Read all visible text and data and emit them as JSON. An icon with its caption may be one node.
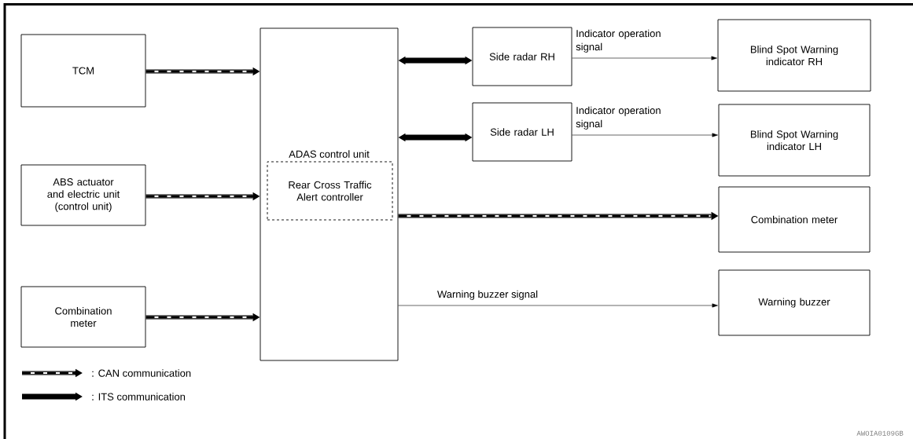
{
  "diagram": {
    "nodes": [
      {
        "text": [
          "TCM"
        ]
      },
      {
        "text": [
          "ADAS control unit"
        ]
      },
      {
        "text": [
          "Rear Cross Traffic Alert controller"
        ],
        "in": 1
      },
      {
        "text": [
          "ABS actuator and electric unit (control unit)"
        ]
      },
      {
        "text": [
          "Combination meter"
        ]
      },
      {
        "text": [
          "Side radar RH"
        ]
      },
      {
        "text": [
          "Side radar LH"
        ]
      },
      {
        "text": [
          "Blind Spot Warning indicator RH"
        ]
      },
      {
        "text": [
          "Blind Spot Warning indicator LH"
        ]
      },
      {
        "text": [
          "Combination meter"
        ]
      },
      {
        "text": [
          "Warning buzzer"
        ]
      }
    ],
    "edges": [
      {
        "from": 0,
        "to": 1,
        "arrow": "to",
        "style": "dashed"
      },
      {
        "from": 3,
        "to": 1,
        "arrow": "to",
        "style": "dashed"
      },
      {
        "from": 4,
        "to": 1,
        "arrow": "to",
        "style": "dashed"
      },
      {
        "from": 1,
        "to": 5,
        "arrow": "both",
        "style": "thick"
      },
      {
        "from": 1,
        "to": 6,
        "arrow": "both",
        "style": "thick"
      },
      {
        "from": 5,
        "to": 7,
        "arrow": "to",
        "label": "Indicator operation signal"
      },
      {
        "from": 6,
        "to": 8,
        "arrow": "to",
        "label": "Indicator operation signal"
      },
      {
        "from": 1,
        "to": 9,
        "arrow": "to",
        "style": "dashed"
      },
      {
        "from": 1,
        "to": 10,
        "arrow": "to",
        "label": "Warning buzzer signal"
      }
    ],
    "labels": [
      "AWOIA0109GB"
    ],
    "legend": [
      {
        "text": ": CAN communication"
      },
      {
        "text": ": ITS communication"
      }
    ]
  }
}
